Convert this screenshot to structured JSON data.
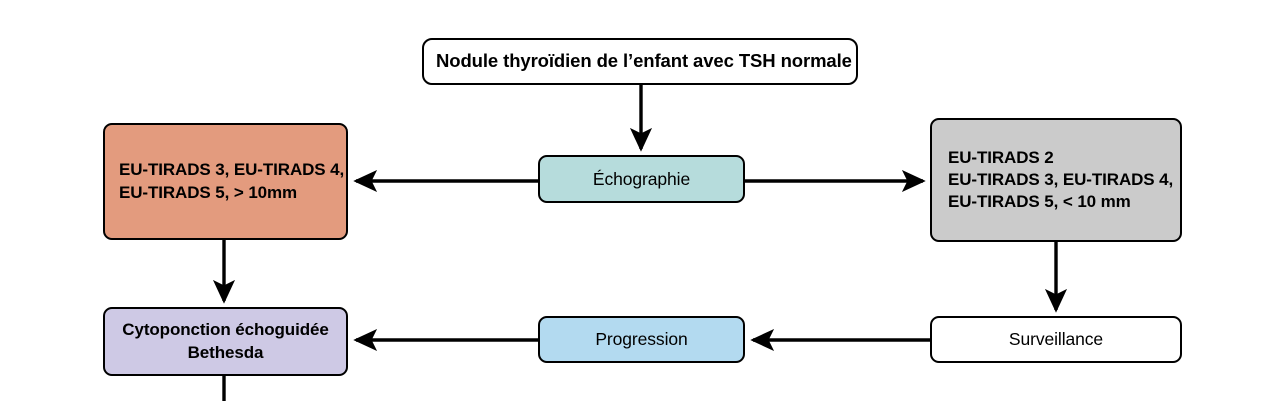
{
  "diagram": {
    "title": "Nodule thyroidien de l'enfant - arbre decisionnel",
    "nodes": {
      "start": {
        "label": "Nodule thyroïdien de l’enfant avec TSH normale",
        "fill": "#ffffff"
      },
      "echographie": {
        "label": "Échographie",
        "fill": "#b6dcdc"
      },
      "high_risk": {
        "line1": "EU-TIRADS 3, EU-TIRADS 4,",
        "line2": "EU-TIRADS 5, > 10mm",
        "fill": "#e39b7e"
      },
      "low_risk": {
        "line1": "EU-TIRADS 2",
        "line2": "EU-TIRADS 3, EU-TIRADS 4,",
        "line3": "EU-TIRADS 5, < 10 mm",
        "fill": "#cbcbcb"
      },
      "cytoponction": {
        "line1": "Cytoponction échoguidée",
        "line2": "Bethesda",
        "fill": "#cec9e5"
      },
      "progression": {
        "label": "Progression",
        "fill": "#b3daf0"
      },
      "surveillance": {
        "label": "Surveillance",
        "fill": "#ffffff"
      }
    },
    "edges": [
      {
        "name": "start-to-echographie",
        "from": "start",
        "to": "echographie",
        "direction": "down"
      },
      {
        "name": "echographie-to-high-risk",
        "from": "echographie",
        "to": "high_risk",
        "direction": "left"
      },
      {
        "name": "echographie-to-low-risk",
        "from": "echographie",
        "to": "low_risk",
        "direction": "right"
      },
      {
        "name": "high-risk-to-cytoponction",
        "from": "high_risk",
        "to": "cytoponction",
        "direction": "down"
      },
      {
        "name": "low-risk-to-surveillance",
        "from": "low_risk",
        "to": "surveillance",
        "direction": "down"
      },
      {
        "name": "surveillance-to-progression",
        "from": "surveillance",
        "to": "progression",
        "direction": "left"
      },
      {
        "name": "progression-to-cytoponction",
        "from": "progression",
        "to": "cytoponction",
        "direction": "left"
      },
      {
        "name": "cytoponction-continues-below",
        "from": "cytoponction",
        "to": "",
        "direction": "down"
      }
    ],
    "stroke_color": "#000000"
  }
}
